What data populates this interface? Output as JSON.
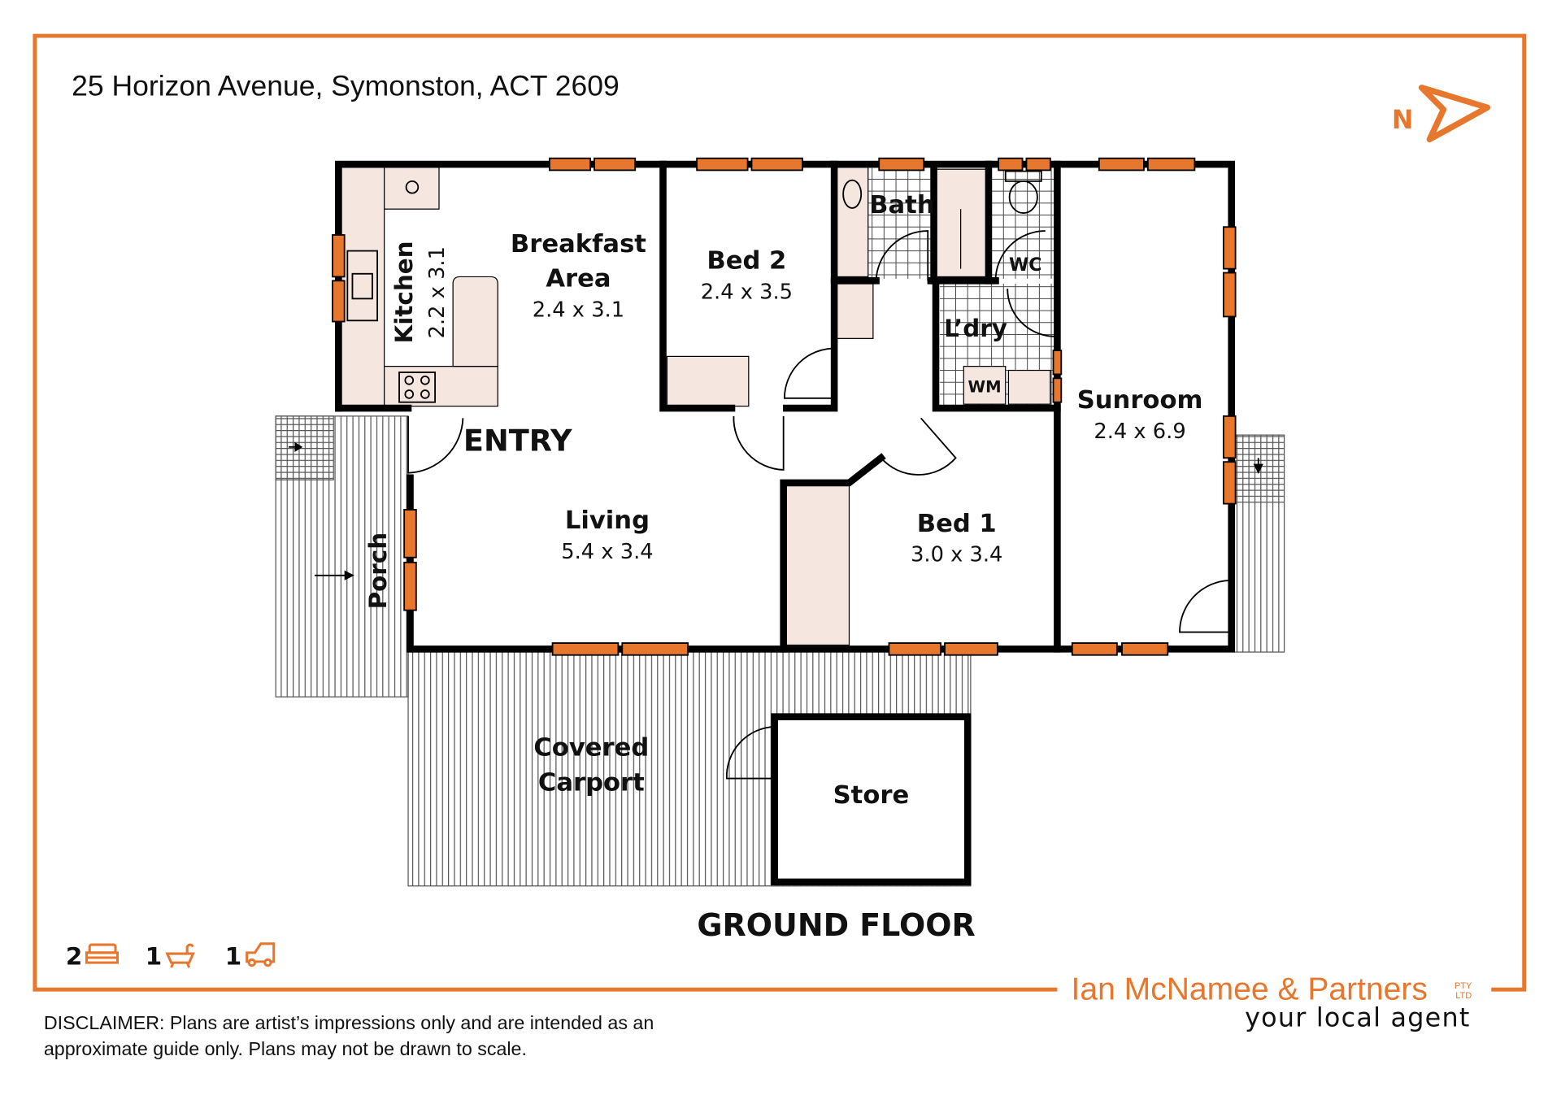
{
  "address": "25 Horizon Avenue, Symonston, ACT 2609",
  "compass": "N",
  "floor_title": "GROUND FLOOR",
  "entry_label": "ENTRY",
  "rooms": {
    "kitchen": {
      "name": "Kitchen",
      "size": "2.2 x 3.1"
    },
    "breakfast": {
      "name1": "Breakfast",
      "name2": "Area",
      "size": "2.4 x 3.1"
    },
    "bed2": {
      "name": "Bed 2",
      "size": "2.4 x 3.5"
    },
    "bath": {
      "name": "Bath"
    },
    "wc": {
      "name": "WC"
    },
    "laundry": {
      "name": "L’dry"
    },
    "wm": {
      "name": "WM"
    },
    "sunroom": {
      "name": "Sunroom",
      "size": "2.4 x 6.9"
    },
    "living": {
      "name": "Living",
      "size": "5.4 x 3.4"
    },
    "bed1": {
      "name": "Bed 1",
      "size": "3.0 x 3.4"
    },
    "porch": {
      "name": "Porch"
    },
    "carport": {
      "name1": "Covered",
      "name2": "Carport"
    },
    "store": {
      "name": "Store"
    }
  },
  "features": [
    {
      "count": "2",
      "icon": "bed-icon"
    },
    {
      "count": "1",
      "icon": "bath-icon"
    },
    {
      "count": "1",
      "icon": "car-icon"
    }
  ],
  "brand": {
    "name": "Ian McNamee & Partners",
    "suffix1": "PTY",
    "suffix2": "LTD",
    "tagline": "your local agent"
  },
  "disclaimer": {
    "line1": "DISCLAIMER: Plans are artist’s impressions only and are intended as an",
    "line2": "approximate guide only. Plans may not be drawn to scale."
  },
  "colors": {
    "accent": "#e8772e",
    "fixture": "#f6e6e0"
  }
}
